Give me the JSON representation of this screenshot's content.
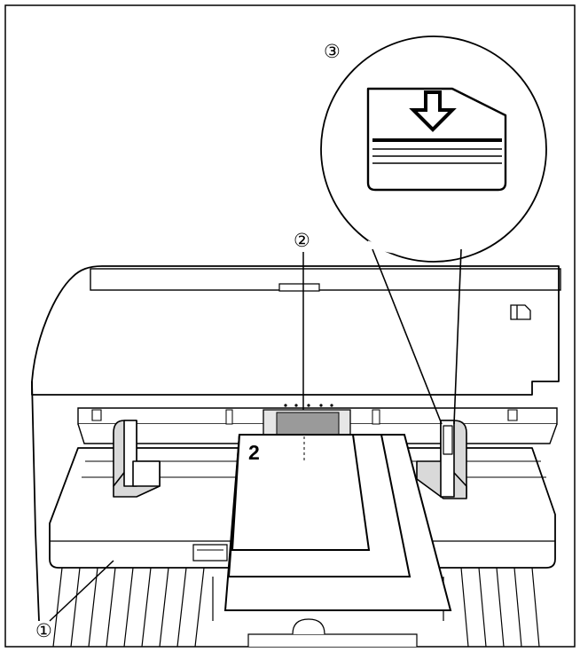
{
  "callouts": {
    "c1": "①",
    "c2": "②",
    "c3": "③"
  },
  "paper_label": "2",
  "colors": {
    "line": "#000000",
    "background": "#ffffff",
    "shade": "#d9d9d9",
    "mid_gray": "#9a9a9a",
    "light_gray": "#e6e6e6"
  },
  "icons": {
    "detail_icon": "paper-feed-direction-icon"
  }
}
